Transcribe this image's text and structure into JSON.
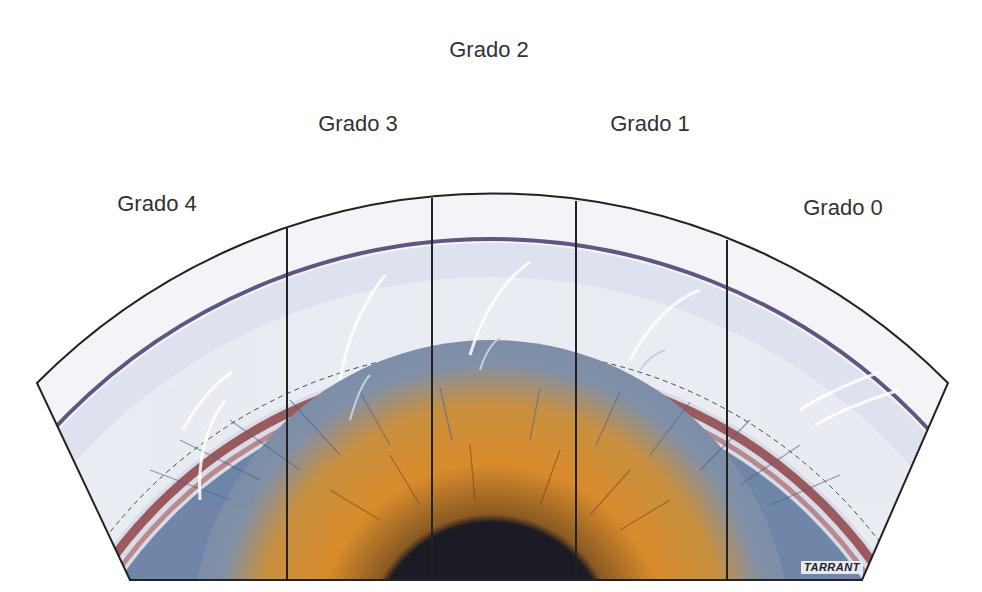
{
  "diagram": {
    "labels": [
      "Grado 4",
      "Grado 3",
      "Grado 2",
      "Grado 1",
      "Grado 0",
      "TARRANT"
    ]
  }
}
